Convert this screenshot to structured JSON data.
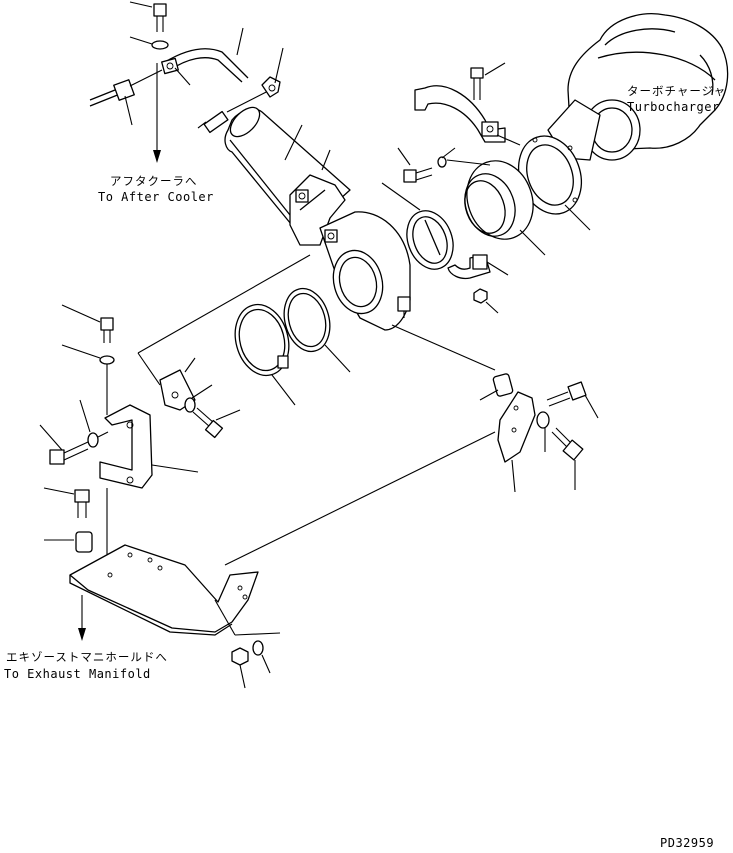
{
  "labels": {
    "turbocharger_jp": "ターボチャージャ",
    "turbocharger_en": "Turbocharger",
    "aftercooler_jp": "アフタクーラへ",
    "aftercooler_en": "To After Cooler",
    "exhaust_jp": "エキゾーストマニホールドへ",
    "exhaust_en": "To Exhaust Manifold",
    "drawing_no": "PD32959"
  }
}
